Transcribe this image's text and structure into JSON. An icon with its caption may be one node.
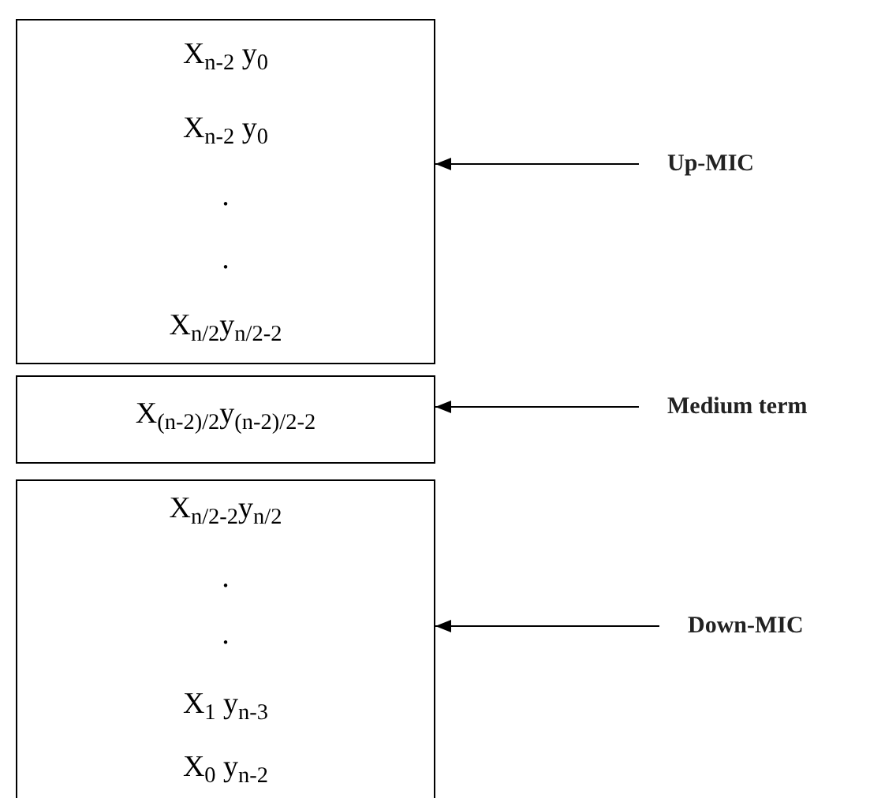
{
  "diagram": {
    "nodes": [
      {
        "text": [
          "X$_{n-2}$ y$_{0}$",
          "X$_{n-2}$ y$_{0}$",
          ".",
          ".",
          "X$_{n/2}$y$_{n/2-2}$"
        ]
      },
      {
        "text": [
          "X$_{(n-2)/2}$y$_{(n-2)/2-2}$"
        ]
      },
      {
        "text": [
          "X$_{n/2-2}$y$_{n/2}$",
          ".",
          ".",
          "X$_{1}$ y$_{n-3}$",
          "X$_{0}$ y$_{n-2}$"
        ]
      },
      {
        "text": [
          "Up-MIC"
        ]
      },
      {
        "text": [
          "Medium term"
        ]
      },
      {
        "text": [
          "Down-MIC"
        ]
      }
    ],
    "edges": [
      {
        "from": 3,
        "to": 0,
        "arrow": "to"
      },
      {
        "from": 4,
        "to": 1,
        "arrow": "to"
      },
      {
        "from": 5,
        "to": 2,
        "arrow": "to"
      }
    ]
  }
}
